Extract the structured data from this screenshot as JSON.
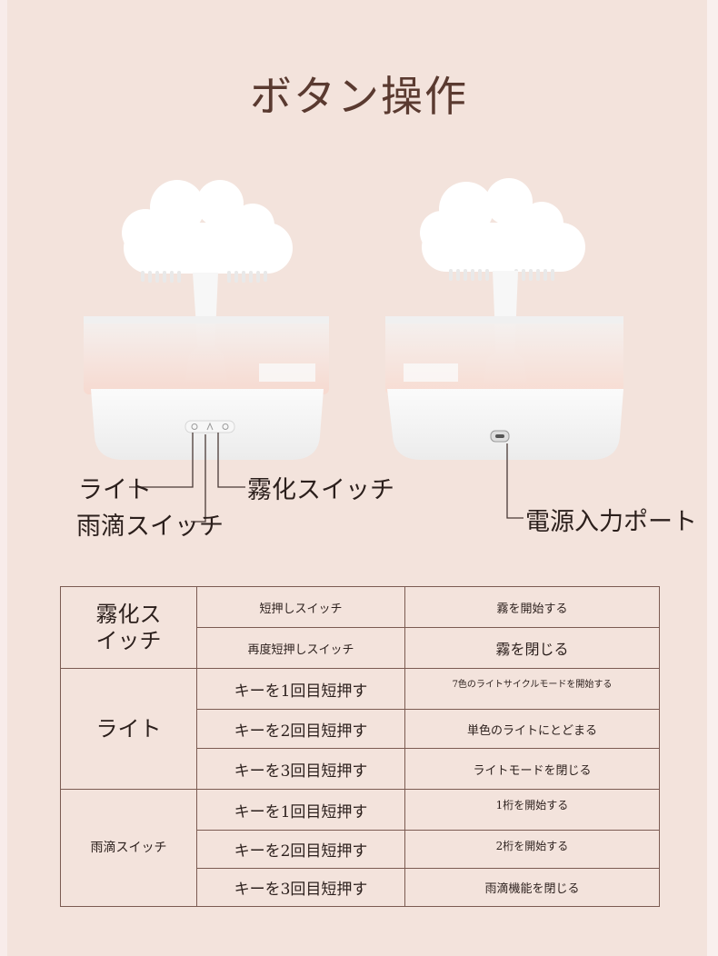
{
  "title": "ボタン操作",
  "labels": {
    "light": "ライト",
    "mist_switch": "霧化スイッチ",
    "rain_switch": "雨滴スイッチ",
    "power_port": "電源入力ポート"
  },
  "table": {
    "groups": [
      {
        "name": "霧化スイッチ",
        "rows": [
          {
            "action": "短押しスイッチ",
            "result": "霧を開始する"
          },
          {
            "action": "再度短押しスイッチ",
            "result": "霧を閉じる"
          }
        ]
      },
      {
        "name": "ライト",
        "rows": [
          {
            "action": "キーを1回目短押す",
            "result": "7色のライトサイクルモードを開始する"
          },
          {
            "action": "キーを2回目短押す",
            "result": "単色のライトにとどまる"
          },
          {
            "action": "キーを3回目短押す",
            "result": "ライトモードを閉じる"
          }
        ]
      },
      {
        "name": "雨滴スイッチ",
        "rows": [
          {
            "action": "キーを1回目短押す",
            "result": "1桁を開始する"
          },
          {
            "action": "キーを2回目短押す",
            "result": "2桁を開始する"
          },
          {
            "action": "キーを3回目短押す",
            "result": "雨滴機能を閉じる"
          }
        ]
      }
    ]
  }
}
